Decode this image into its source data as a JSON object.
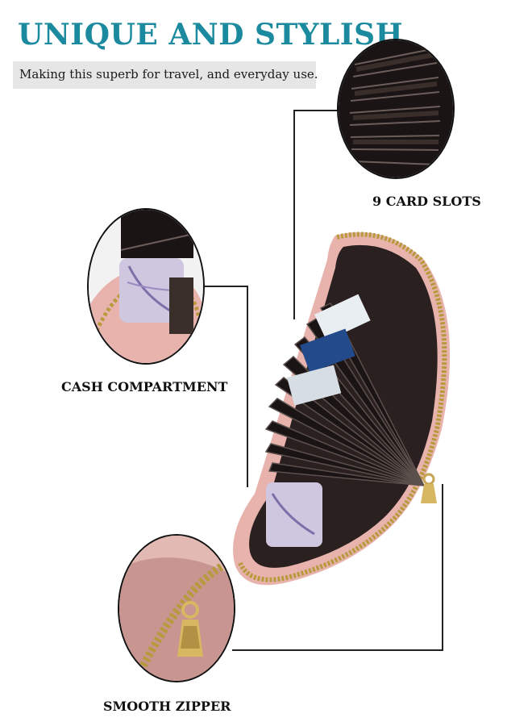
{
  "header": {
    "title": "UNIQUE AND STYLISH",
    "subtitle": "Making this superb for travel, and everyday use."
  },
  "features": {
    "card_slots": "9 CARD SLOTS",
    "cash_compartment": "CASH COMPARTMENT",
    "smooth_zipper": "SMOOTH ZIPPER"
  },
  "colors": {
    "title": "#1c8a9e",
    "wallet_pink": "#e8b3ad",
    "card_black": "#1b1414",
    "zipper_gold": "#b89a3e"
  }
}
